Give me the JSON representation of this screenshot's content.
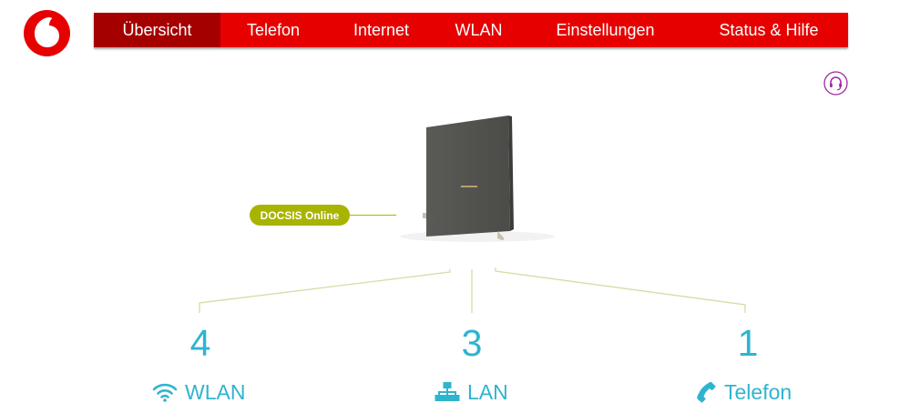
{
  "brand": {
    "logo_icon": "vodafone-speechmark-icon",
    "color_primary": "#e60000",
    "color_active": "#a50000"
  },
  "nav": {
    "items": [
      {
        "label": "Übersicht",
        "active": true
      },
      {
        "label": "Telefon",
        "active": false
      },
      {
        "label": "Internet",
        "active": false
      },
      {
        "label": "WLAN",
        "active": false
      },
      {
        "label": "Einstellungen",
        "active": false
      },
      {
        "label": "Status & Hilfe",
        "active": false
      }
    ]
  },
  "help": {
    "icon": "headset-icon",
    "color": "#9c2aa0"
  },
  "device": {
    "status_label": "DOCSIS Online",
    "status_color": "#a8b400"
  },
  "services": {
    "wlan": {
      "count": "4",
      "label": "WLAN",
      "icon": "wifi-icon"
    },
    "lan": {
      "count": "3",
      "label": "LAN",
      "icon": "network-icon"
    },
    "telefon": {
      "count": "1",
      "label": "Telefon",
      "icon": "phone-icon"
    },
    "color": "#2fb4cf"
  }
}
